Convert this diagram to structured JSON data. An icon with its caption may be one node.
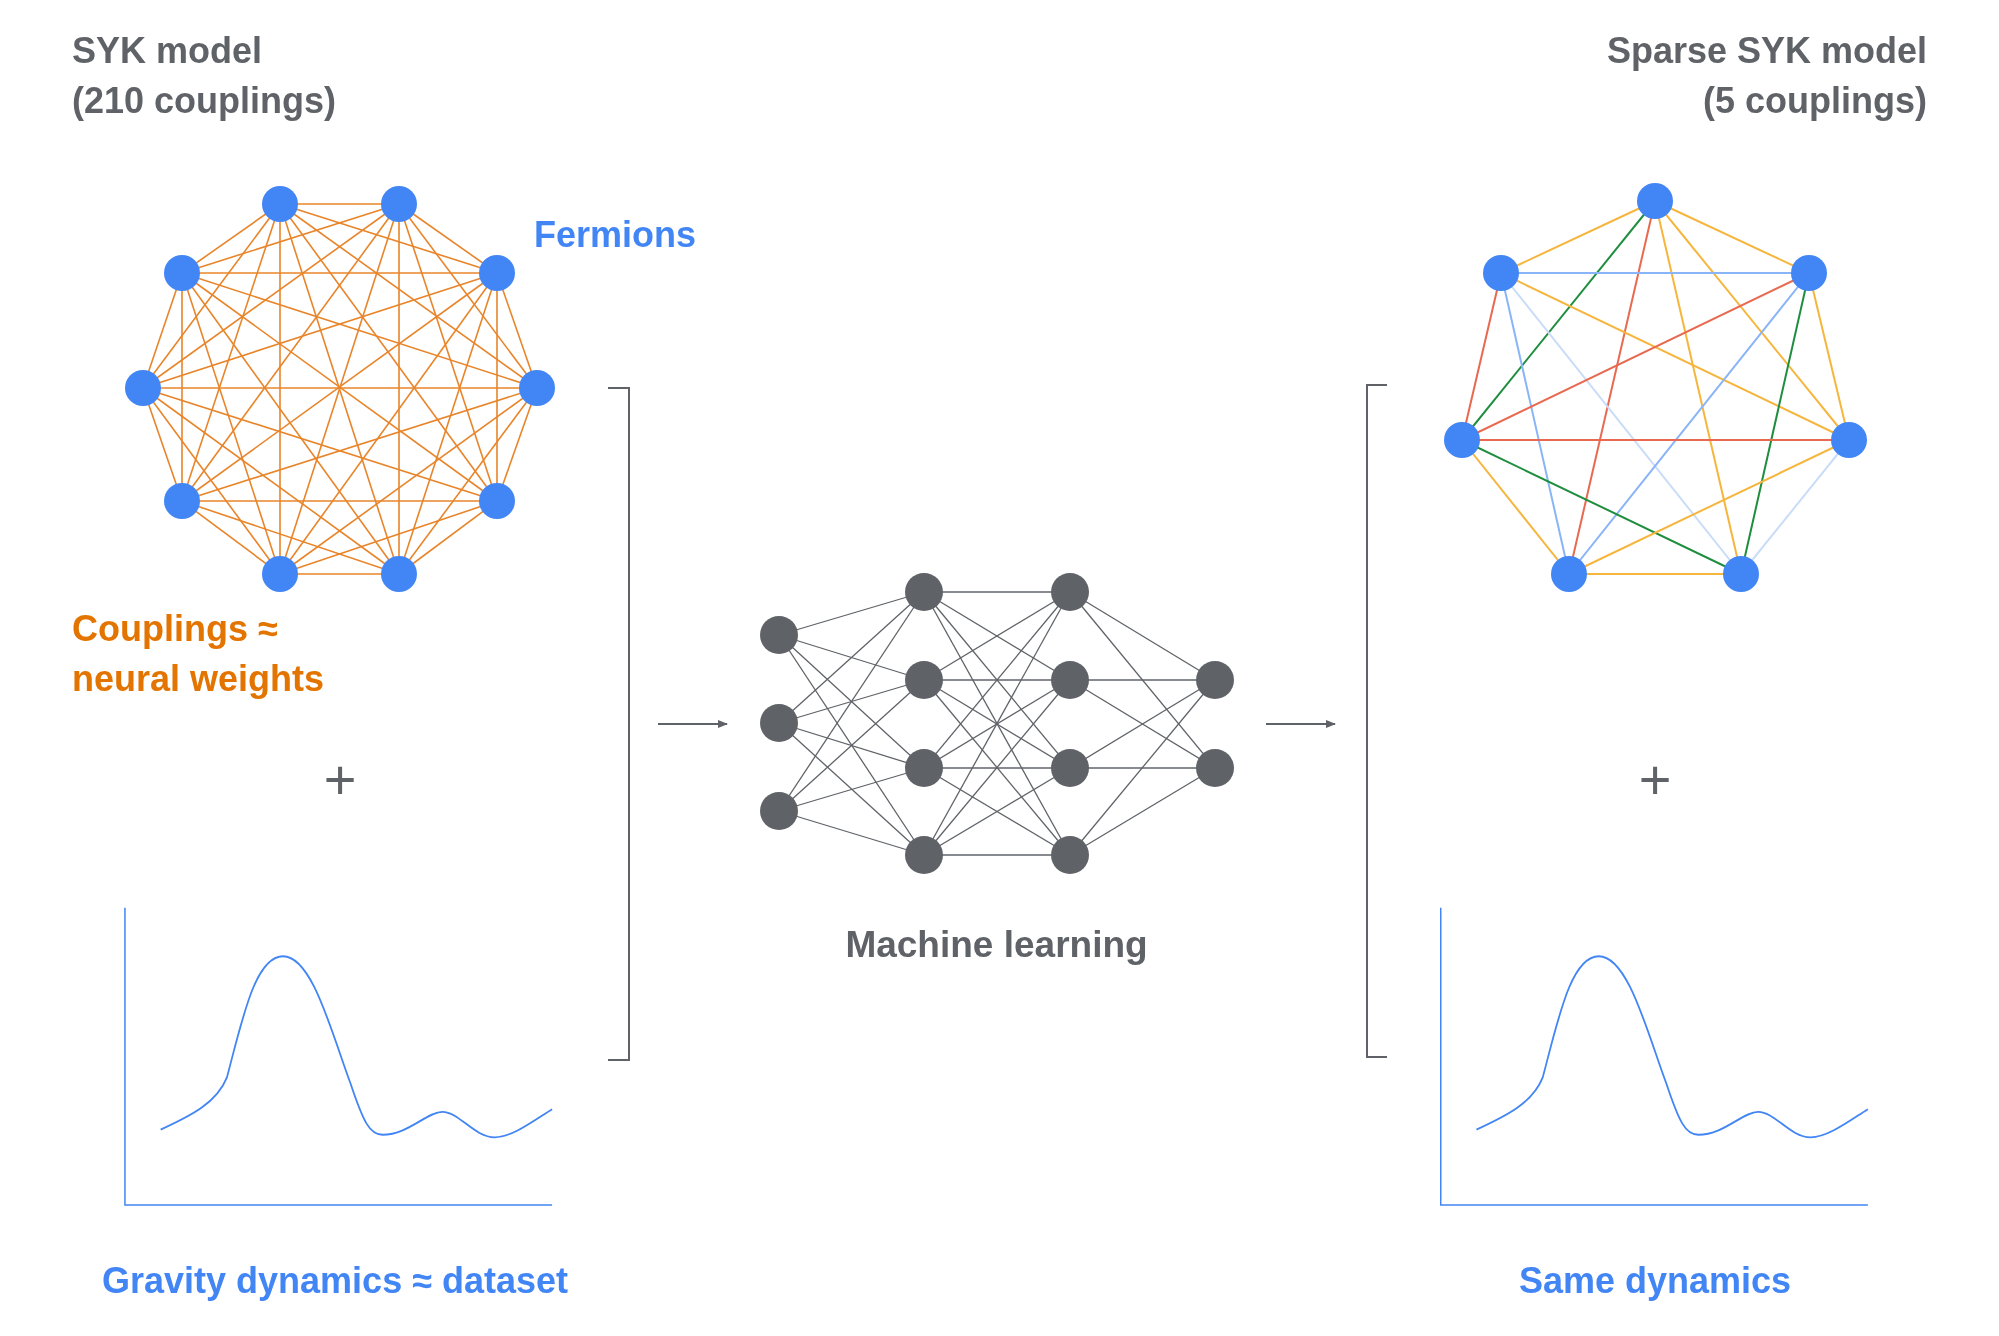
{
  "diagram": {
    "nodes": [
      {
        "text": [],
        "shape": "bracket"
      },
      {
        "text": [
          "Machine learning"
        ]
      },
      {
        "text": [],
        "shape": "bracket"
      }
    ],
    "edges": [
      {
        "from": 0,
        "to": 1,
        "arrow": "to"
      },
      {
        "from": 1,
        "to": 2,
        "arrow": "to"
      }
    ],
    "labels": [
      "SYK model (210 couplings)",
      "Sparse SYK model (5 couplings)",
      "Fermions",
      "Couplings ≈ neural weights",
      "+",
      "+",
      "Gravity dynamics ≈ dataset",
      "Same dynamics"
    ]
  }
}
